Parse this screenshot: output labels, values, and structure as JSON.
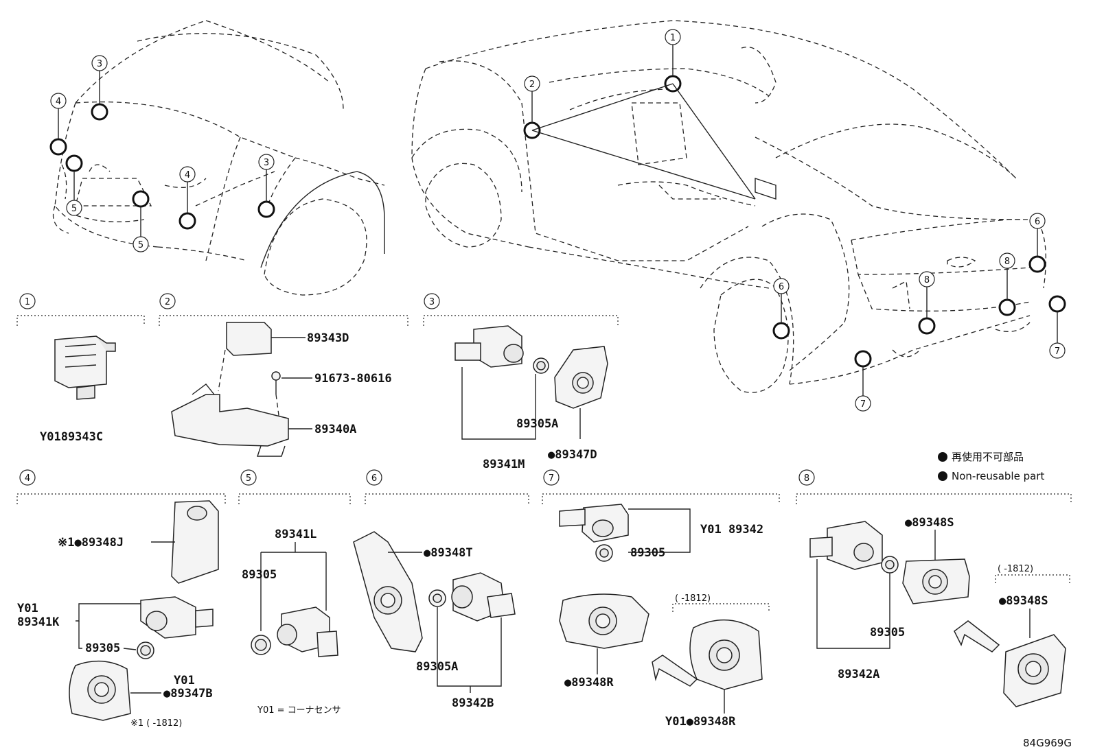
{
  "diagram_code": "84G969G",
  "legend": {
    "jp": "再使用不可部品",
    "en": "Non-reusable part"
  },
  "note_y01": "Y01 = コーナセンサ",
  "sections": [
    {
      "no": "1",
      "parts": [
        "Y0189343C"
      ]
    },
    {
      "no": "2",
      "parts": [
        "89343D",
        "91673-80616",
        "89340A"
      ]
    },
    {
      "no": "3",
      "parts": [
        "89341M",
        "89305A",
        "●89347D"
      ]
    },
    {
      "no": "4",
      "parts": [
        "※1●89348J",
        "Y01",
        "89341K",
        "89305",
        "Y01",
        "●89347B"
      ],
      "note": "※1 (      -1812)"
    },
    {
      "no": "5",
      "parts": [
        "89341L",
        "89305"
      ]
    },
    {
      "no": "6",
      "parts": [
        "●89348T",
        "89305A",
        "89342B"
      ]
    },
    {
      "no": "7",
      "parts": [
        "Y01 89342",
        "89305",
        "●89348R",
        "Y01●89348R"
      ],
      "note": "(      -1812)"
    },
    {
      "no": "8",
      "parts": [
        "●89348S",
        "89305",
        "89342A",
        "●89348S"
      ],
      "note": "(      -1812)"
    }
  ],
  "callout_numbers": [
    "1",
    "2",
    "3",
    "4",
    "5",
    "6",
    "7",
    "8"
  ]
}
